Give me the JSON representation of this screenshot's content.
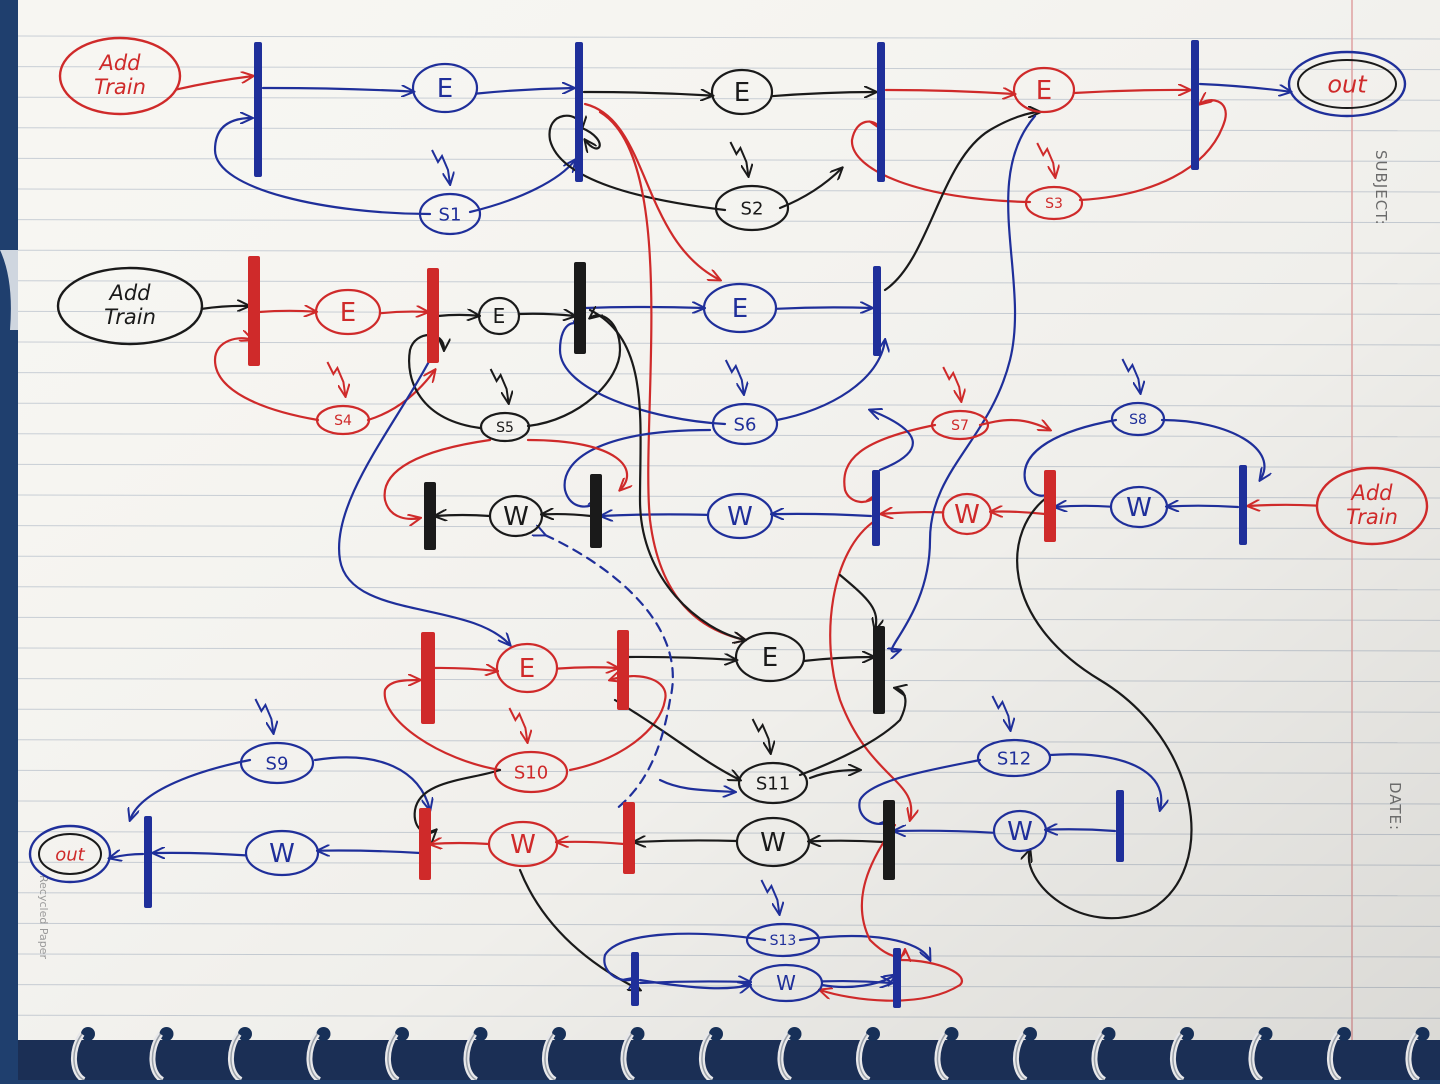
{
  "notebook": {
    "margin_labels": {
      "subject": "SUBJECT:",
      "date": "DATE:"
    },
    "paper_note": "Recycled Paper"
  },
  "colors": {
    "blue": "#1f2f9a",
    "red": "#cf2a2a",
    "black": "#1a1a1a",
    "paper": "#f7f6f2",
    "rule": "#c9cfd6",
    "margin": "#e3a3a3"
  },
  "terminals": [
    {
      "id": "add-train-1",
      "label": [
        "Add",
        "Train"
      ],
      "color": "red"
    },
    {
      "id": "add-train-2",
      "label": [
        "Add",
        "Train"
      ],
      "color": "black"
    },
    {
      "id": "add-train-3",
      "label": [
        "Add",
        "Train"
      ],
      "color": "red"
    },
    {
      "id": "out-1",
      "label": [
        "out"
      ],
      "color": "blue"
    },
    {
      "id": "out-2",
      "label": [
        "out"
      ],
      "color": "blue"
    }
  ],
  "places": [
    {
      "id": "E1",
      "label": "E",
      "color": "blue"
    },
    {
      "id": "E2",
      "label": "E",
      "color": "black"
    },
    {
      "id": "E3",
      "label": "E",
      "color": "red"
    },
    {
      "id": "E4",
      "label": "E",
      "color": "red"
    },
    {
      "id": "E5",
      "label": "E",
      "color": "black"
    },
    {
      "id": "E6",
      "label": "E",
      "color": "blue"
    },
    {
      "id": "E7",
      "label": "E",
      "color": "red"
    },
    {
      "id": "E8",
      "label": "E",
      "color": "black"
    },
    {
      "id": "W1",
      "label": "W",
      "color": "black"
    },
    {
      "id": "W2",
      "label": "W",
      "color": "blue"
    },
    {
      "id": "W3",
      "label": "W",
      "color": "red"
    },
    {
      "id": "W4",
      "label": "W",
      "color": "blue"
    },
    {
      "id": "W5",
      "label": "W",
      "color": "blue"
    },
    {
      "id": "W6",
      "label": "W",
      "color": "red"
    },
    {
      "id": "W7",
      "label": "W",
      "color": "black"
    },
    {
      "id": "W8",
      "label": "W",
      "color": "blue"
    },
    {
      "id": "W9",
      "label": "W",
      "color": "blue"
    },
    {
      "id": "S1",
      "label": "S1",
      "color": "blue"
    },
    {
      "id": "S2",
      "label": "S2",
      "color": "black"
    },
    {
      "id": "S3",
      "label": "S3",
      "color": "red"
    },
    {
      "id": "S4",
      "label": "S4",
      "color": "red"
    },
    {
      "id": "S5",
      "label": "S5",
      "color": "black"
    },
    {
      "id": "S6",
      "label": "S6",
      "color": "blue"
    },
    {
      "id": "S7",
      "label": "S7",
      "color": "red"
    },
    {
      "id": "S8",
      "label": "S8",
      "color": "blue"
    },
    {
      "id": "S9",
      "label": "S9",
      "color": "blue"
    },
    {
      "id": "S10",
      "label": "S10",
      "color": "red"
    },
    {
      "id": "S11",
      "label": "S11",
      "color": "black"
    },
    {
      "id": "S12",
      "label": "S12",
      "color": "blue"
    },
    {
      "id": "S13",
      "label": "S13",
      "color": "blue"
    }
  ],
  "transitions": [
    {
      "id": "T1",
      "color": "blue"
    },
    {
      "id": "T2",
      "color": "blue"
    },
    {
      "id": "T3",
      "color": "blue"
    },
    {
      "id": "T4",
      "color": "blue"
    },
    {
      "id": "T5",
      "color": "red"
    },
    {
      "id": "T6",
      "color": "red"
    },
    {
      "id": "T7",
      "color": "black"
    },
    {
      "id": "T8",
      "color": "blue"
    },
    {
      "id": "T9",
      "color": "black"
    },
    {
      "id": "T10",
      "color": "black"
    },
    {
      "id": "T11",
      "color": "blue"
    },
    {
      "id": "T12",
      "color": "red"
    },
    {
      "id": "T13",
      "color": "blue"
    },
    {
      "id": "T14",
      "color": "red"
    },
    {
      "id": "T15",
      "color": "red"
    },
    {
      "id": "T16",
      "color": "black"
    },
    {
      "id": "T17",
      "color": "blue"
    },
    {
      "id": "T18",
      "color": "red"
    },
    {
      "id": "T19",
      "color": "red"
    },
    {
      "id": "T20",
      "color": "black"
    },
    {
      "id": "T21",
      "color": "blue"
    },
    {
      "id": "T22",
      "color": "blue"
    },
    {
      "id": "T23",
      "color": "blue"
    }
  ],
  "arcs": [
    {
      "from": "add-train-1",
      "to": "T1",
      "color": "red"
    },
    {
      "from": "T1",
      "to": "E1",
      "color": "blue"
    },
    {
      "from": "E1",
      "to": "T2",
      "color": "blue"
    },
    {
      "from": "T2",
      "to": "E2",
      "color": "black"
    },
    {
      "from": "E2",
      "to": "T3",
      "color": "black"
    },
    {
      "from": "T3",
      "to": "E3",
      "color": "red"
    },
    {
      "from": "E3",
      "to": "T4",
      "color": "red"
    },
    {
      "from": "T4",
      "to": "out-1",
      "color": "blue"
    },
    {
      "from": "add-train-2",
      "to": "T5",
      "color": "black"
    },
    {
      "from": "T5",
      "to": "E4",
      "color": "red"
    },
    {
      "from": "E4",
      "to": "T6",
      "color": "red"
    },
    {
      "from": "T6",
      "to": "E5",
      "color": "black"
    },
    {
      "from": "E5",
      "to": "T7",
      "color": "black"
    },
    {
      "from": "T7",
      "to": "E6",
      "color": "blue"
    },
    {
      "from": "E6",
      "to": "T8",
      "color": "blue"
    },
    {
      "from": "add-train-3",
      "to": "T13",
      "color": "red"
    },
    {
      "from": "T13",
      "to": "W4",
      "color": "blue"
    },
    {
      "from": "W4",
      "to": "T12",
      "color": "blue"
    },
    {
      "from": "T12",
      "to": "W3",
      "color": "red"
    },
    {
      "from": "W3",
      "to": "T11",
      "color": "red"
    },
    {
      "from": "T11",
      "to": "W2",
      "color": "blue"
    },
    {
      "from": "W2",
      "to": "T10",
      "color": "blue"
    },
    {
      "from": "T10",
      "to": "W1",
      "color": "black"
    },
    {
      "from": "W1",
      "to": "T9",
      "color": "black"
    },
    {
      "from": "T14",
      "to": "E7",
      "color": "red"
    },
    {
      "from": "E7",
      "to": "T15",
      "color": "red"
    },
    {
      "from": "T15",
      "to": "E8",
      "color": "black"
    },
    {
      "from": "E8",
      "to": "T16",
      "color": "black"
    },
    {
      "from": "T21",
      "to": "W8",
      "color": "blue"
    },
    {
      "from": "W8",
      "to": "T20",
      "color": "blue"
    },
    {
      "from": "T20",
      "to": "W7",
      "color": "black"
    },
    {
      "from": "W7",
      "to": "T19",
      "color": "black"
    },
    {
      "from": "T19",
      "to": "W6",
      "color": "red"
    },
    {
      "from": "W6",
      "to": "T18",
      "color": "red"
    },
    {
      "from": "T18",
      "to": "W5",
      "color": "blue"
    },
    {
      "from": "W5",
      "to": "T17",
      "color": "blue"
    },
    {
      "from": "T17",
      "to": "out-2",
      "color": "blue"
    },
    {
      "from": "T22",
      "to": "W9",
      "color": "blue"
    },
    {
      "from": "W9",
      "to": "T23",
      "color": "blue"
    }
  ]
}
